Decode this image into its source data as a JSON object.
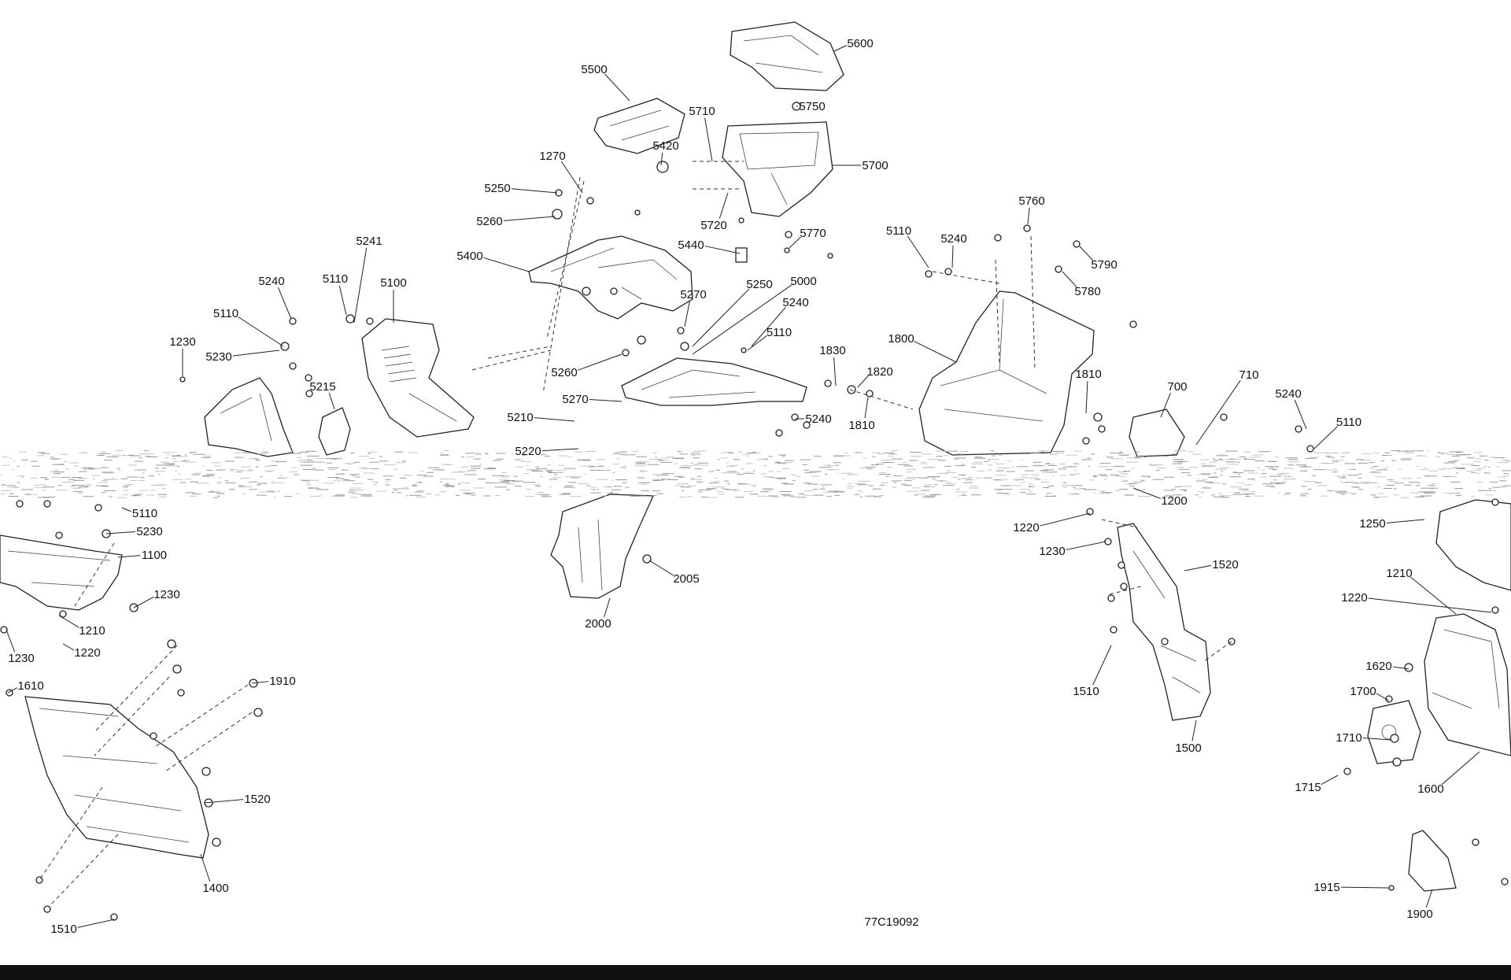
{
  "diagram": {
    "drawing_number": "77C19092",
    "colors": {
      "line": "#222222",
      "background": "#ffffff",
      "footer_bar": "#111111"
    },
    "labels": [
      {
        "id": "l5600",
        "text": "5600"
      },
      {
        "id": "l5500",
        "text": "5500"
      },
      {
        "id": "l5750",
        "text": "5750"
      },
      {
        "id": "l5710",
        "text": "5710"
      },
      {
        "id": "l5420",
        "text": "5420"
      },
      {
        "id": "l5700",
        "text": "5700"
      },
      {
        "id": "l1270",
        "text": "1270"
      },
      {
        "id": "l5250a",
        "text": "5250"
      },
      {
        "id": "l5260a",
        "text": "5260"
      },
      {
        "id": "l5720",
        "text": "5720"
      },
      {
        "id": "l5770",
        "text": "5770"
      },
      {
        "id": "l5440",
        "text": "5440"
      },
      {
        "id": "l5400",
        "text": "5400"
      },
      {
        "id": "l5241",
        "text": "5241"
      },
      {
        "id": "l5240a",
        "text": "5240"
      },
      {
        "id": "l5110a",
        "text": "5110"
      },
      {
        "id": "l5100",
        "text": "5100"
      },
      {
        "id": "l5110b",
        "text": "5110"
      },
      {
        "id": "l5230a",
        "text": "5230"
      },
      {
        "id": "l1230a",
        "text": "1230"
      },
      {
        "id": "l5215",
        "text": "5215"
      },
      {
        "id": "l5270a",
        "text": "5270"
      },
      {
        "id": "l5250b",
        "text": "5250"
      },
      {
        "id": "l5000",
        "text": "5000"
      },
      {
        "id": "l5240b",
        "text": "5240"
      },
      {
        "id": "l5110c",
        "text": "5110"
      },
      {
        "id": "l5260b",
        "text": "5260"
      },
      {
        "id": "l5270b",
        "text": "5270"
      },
      {
        "id": "l5210",
        "text": "5210"
      },
      {
        "id": "l5220",
        "text": "5220"
      },
      {
        "id": "l5240c",
        "text": "5240"
      },
      {
        "id": "l1830",
        "text": "1830"
      },
      {
        "id": "l1820",
        "text": "1820"
      },
      {
        "id": "l1810a",
        "text": "1810"
      },
      {
        "id": "l1800",
        "text": "1800"
      },
      {
        "id": "l5110d",
        "text": "5110"
      },
      {
        "id": "l5240d",
        "text": "5240"
      },
      {
        "id": "l5760",
        "text": "5760"
      },
      {
        "id": "l5790",
        "text": "5790"
      },
      {
        "id": "l5780",
        "text": "5780"
      },
      {
        "id": "l1810b",
        "text": "1810"
      },
      {
        "id": "l700",
        "text": "700"
      },
      {
        "id": "l710",
        "text": "710"
      },
      {
        "id": "l5240e",
        "text": "5240"
      },
      {
        "id": "l5110e",
        "text": "5110"
      },
      {
        "id": "l5110f",
        "text": "5110"
      },
      {
        "id": "l5230b",
        "text": "5230"
      },
      {
        "id": "l1100",
        "text": "1100"
      },
      {
        "id": "l1230b",
        "text": "1230"
      },
      {
        "id": "l1210a",
        "text": "1210"
      },
      {
        "id": "l1220a",
        "text": "1220"
      },
      {
        "id": "l1230c",
        "text": "1230"
      },
      {
        "id": "l1610",
        "text": "1610"
      },
      {
        "id": "l1910",
        "text": "1910"
      },
      {
        "id": "l1520a",
        "text": "1520"
      },
      {
        "id": "l1400",
        "text": "1400"
      },
      {
        "id": "l1510a",
        "text": "1510"
      },
      {
        "id": "l2005",
        "text": "2005"
      },
      {
        "id": "l2000",
        "text": "2000"
      },
      {
        "id": "l1200",
        "text": "1200"
      },
      {
        "id": "l1220b",
        "text": "1220"
      },
      {
        "id": "l1230d",
        "text": "1230"
      },
      {
        "id": "l1520b",
        "text": "1520"
      },
      {
        "id": "l1510b",
        "text": "1510"
      },
      {
        "id": "l1500",
        "text": "1500"
      },
      {
        "id": "l1250",
        "text": "1250"
      },
      {
        "id": "l1210b",
        "text": "1210"
      },
      {
        "id": "l1220c",
        "text": "1220"
      },
      {
        "id": "l1620",
        "text": "1620"
      },
      {
        "id": "l1700",
        "text": "1700"
      },
      {
        "id": "l1710",
        "text": "1710"
      },
      {
        "id": "l1715",
        "text": "1715"
      },
      {
        "id": "l1600",
        "text": "1600"
      },
      {
        "id": "l1915",
        "text": "1915"
      },
      {
        "id": "l1900",
        "text": "1900"
      }
    ]
  }
}
